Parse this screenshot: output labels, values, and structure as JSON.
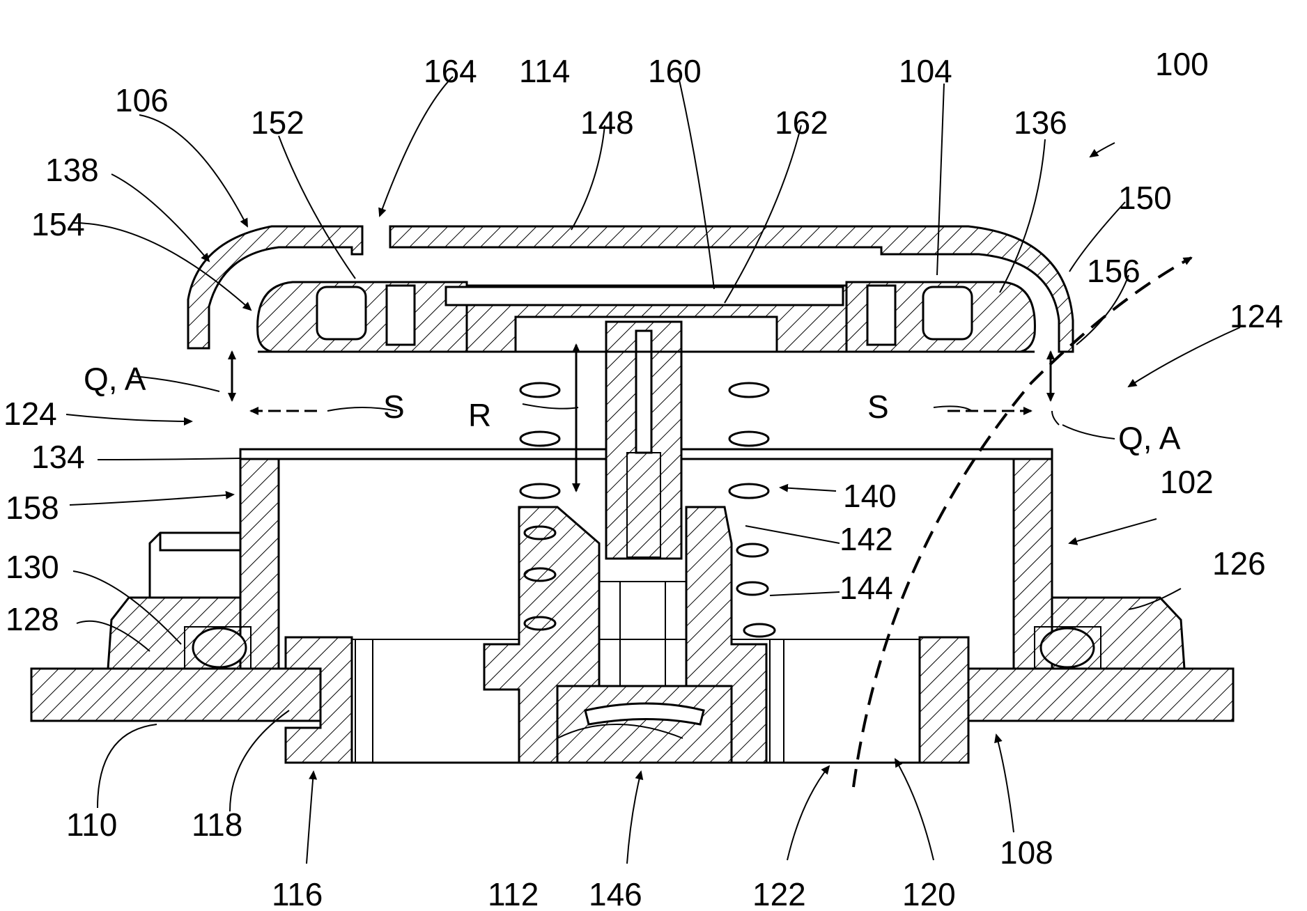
{
  "labels": {
    "l100": "100",
    "l102": "102",
    "l104": "104",
    "l106": "106",
    "l108": "108",
    "l110": "110",
    "l112": "112",
    "l114": "114",
    "l116": "116",
    "l118": "118",
    "l120": "120",
    "l122": "122",
    "l124a": "124",
    "l124b": "124",
    "l126": "126",
    "l128": "128",
    "l130": "130",
    "l134": "134",
    "l136": "136",
    "l138": "138",
    "l140": "140",
    "l142": "142",
    "l144": "144",
    "l146": "146",
    "l148": "148",
    "l150": "150",
    "l152": "152",
    "l154": "154",
    "l156": "156",
    "l158": "158",
    "l160": "160",
    "l162": "162",
    "l164": "164",
    "qa_left": "Q, A",
    "qa_right": "Q, A",
    "s_left": "S",
    "s_right": "S",
    "r": "R"
  }
}
